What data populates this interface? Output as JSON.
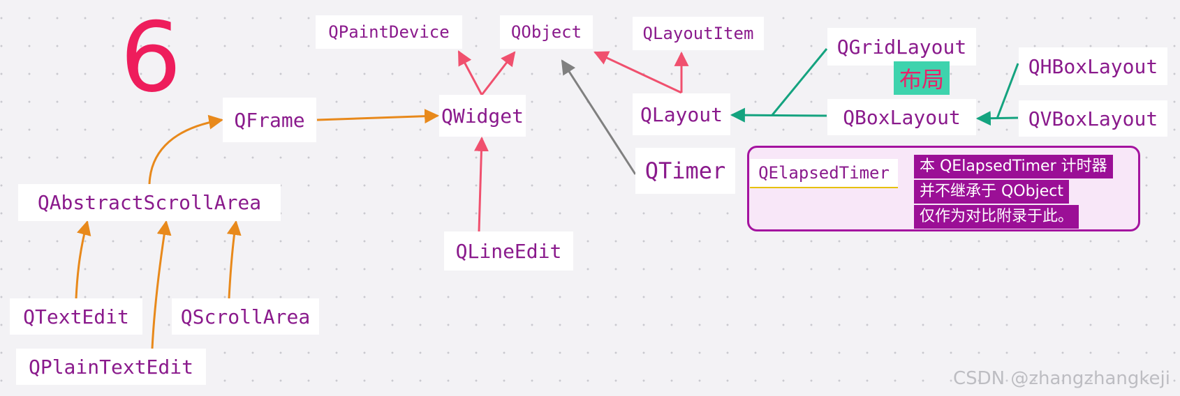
{
  "big_number": "6",
  "nodes": {
    "qpaintdevice": "QPaintDevice",
    "qobject": "QObject",
    "qlayoutitem": "QLayoutItem",
    "qgridlayout": "QGridLayout",
    "qhboxlayout": "QHBoxLayout",
    "qframe": "QFrame",
    "qwidget": "QWidget",
    "qlayout": "QLayout",
    "qboxlayout": "QBoxLayout",
    "qvboxlayout": "QVBoxLayout",
    "qtimer": "QTimer",
    "qabstractscrollarea": "QAbstractScrollArea",
    "qlineedit": "QLineEdit",
    "qtextedit": "QTextEdit",
    "qscrollarea": "QScrollArea",
    "qplaintextedit": "QPlainTextEdit"
  },
  "layout_tag": "布局",
  "note": {
    "class_name": "QElapsedTimer",
    "lines": [
      "本 QElapsedTimer 计时器",
      "并不继承于 QObject",
      "仅作为对比附录于此。"
    ]
  },
  "colors": {
    "orange": "#e8891b",
    "red": "#f0506e",
    "gray": "#808080",
    "green": "#14a37f"
  },
  "watermark": "CSDN @zhangzhangkeji"
}
